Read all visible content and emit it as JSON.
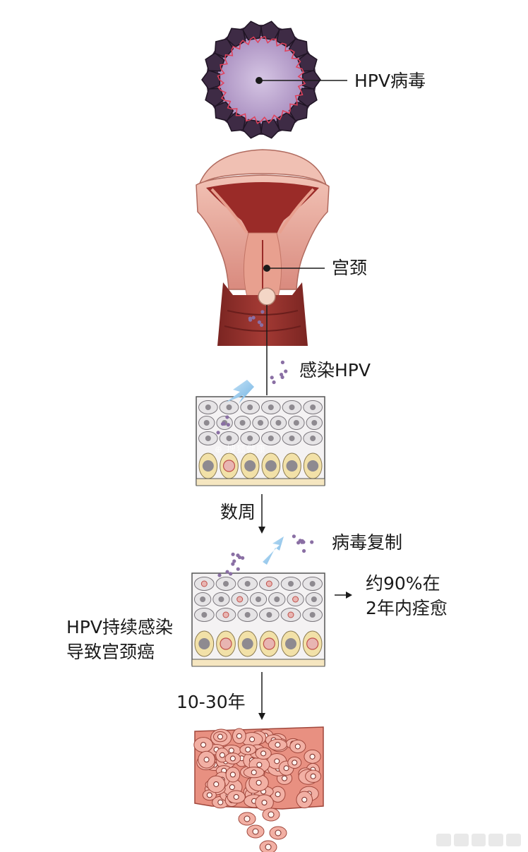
{
  "labels": {
    "hpv_virus": "HPV病毒",
    "cervix": "宫颈",
    "infection": "感染HPV",
    "weeks": "数周",
    "replication": "病毒复制",
    "recovery_line1": "约90%在",
    "recovery_line2": "2年内痊愈",
    "persistent_line1": "HPV持续感染",
    "persistent_line2": "导致宫颈癌",
    "years": "10-30年"
  },
  "colors": {
    "virus_capsid": "#4a3550",
    "virus_core": "#b49bc8",
    "virus_rna": "#e0405a",
    "uterus_outer": "#e6a598",
    "uterus_inner": "#9a2b28",
    "canal": "#e8a08f",
    "vagina": "#93312d",
    "cell_gray": "#e6e4e6",
    "cell_nucleus": "#8e8a90",
    "basal_cell": "#f2e1a8",
    "infected_nucleus": "#e8b5b2",
    "cancer_tissue": "#e89081",
    "virion_dots": "#8a6fa4",
    "arrow_blue": "#8cc4ea",
    "line": "#1a1a1a"
  },
  "icons": [
    "hpv-virus-icon",
    "uterus-cervix-illustration",
    "healthy-epithelium-illustration",
    "infected-epithelium-illustration",
    "cancer-tissue-illustration",
    "blue-arrow-icon"
  ]
}
